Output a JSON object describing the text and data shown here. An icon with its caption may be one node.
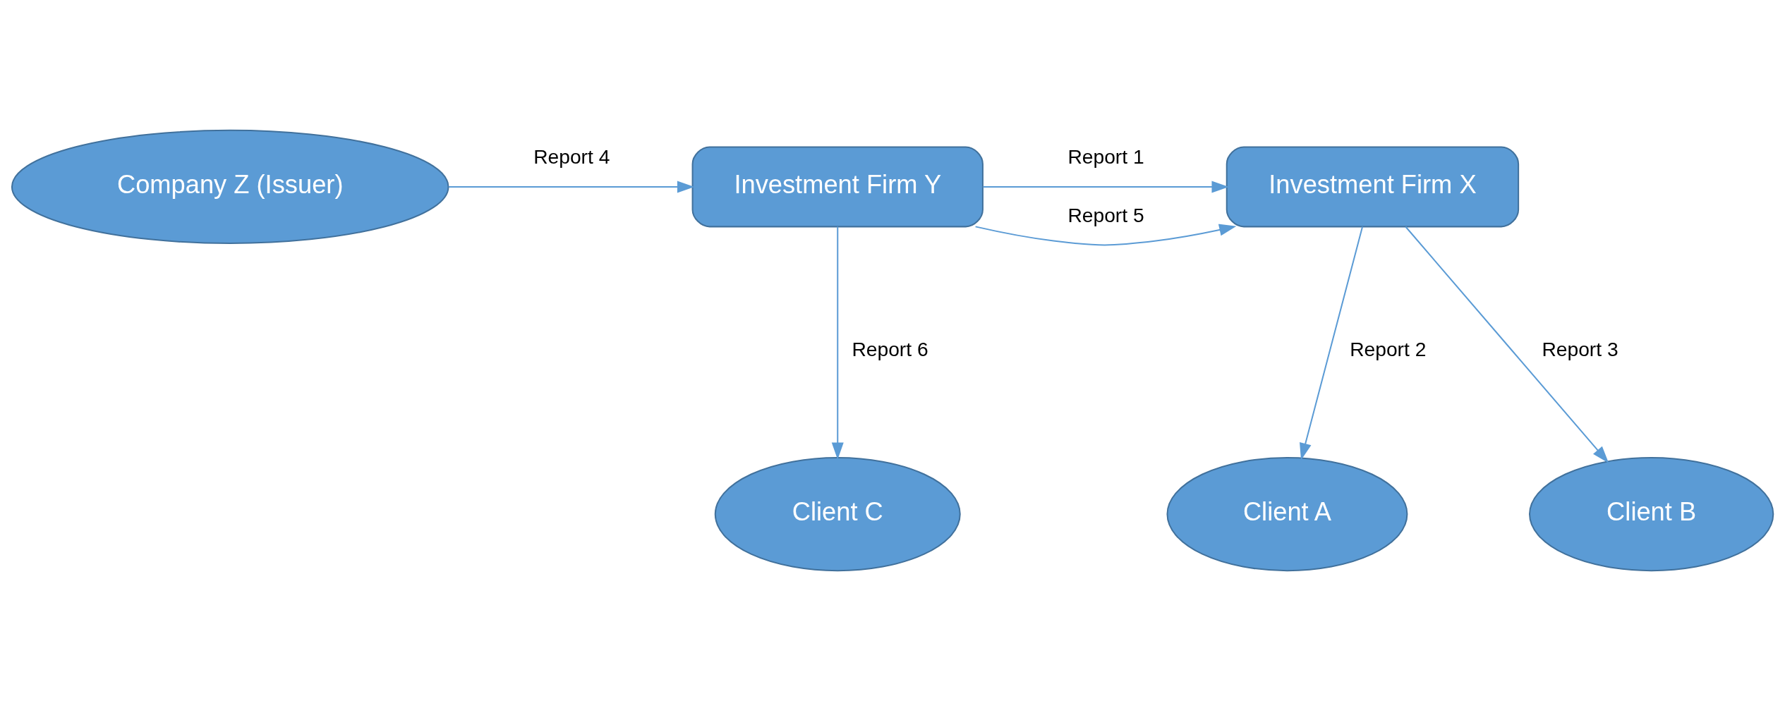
{
  "diagram": {
    "nodes": [
      {
        "text": [
          "Company Z (Issuer)"
        ]
      },
      {
        "text": [
          "Investment Firm Y"
        ]
      },
      {
        "text": [
          "Investment Firm X"
        ]
      },
      {
        "text": [
          "Client C"
        ]
      },
      {
        "text": [
          "Client A"
        ]
      },
      {
        "text": [
          "Client B"
        ]
      }
    ],
    "edges": [
      {
        "from": 0,
        "to": 1,
        "arrow": "to",
        "label": "Report 4"
      },
      {
        "from": 1,
        "to": 2,
        "arrow": "to",
        "label": "Report 1"
      },
      {
        "from": 1,
        "to": 2,
        "arrow": "to",
        "label": "Report 5"
      },
      {
        "from": 1,
        "to": 3,
        "arrow": "to",
        "label": "Report 6"
      },
      {
        "from": 2,
        "to": 4,
        "arrow": "to",
        "label": "Report 2"
      },
      {
        "from": 2,
        "to": 5,
        "arrow": "to",
        "label": "Report 3"
      }
    ]
  }
}
